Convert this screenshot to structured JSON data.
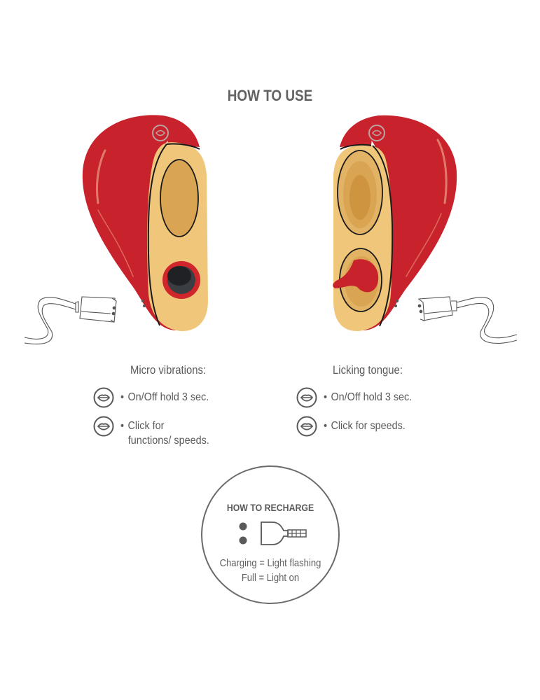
{
  "page": {
    "title": "HOW TO USE"
  },
  "colors": {
    "device_red": "#c8232c",
    "device_highlight": "#e27a6c",
    "face_cream": "#f0c77a",
    "pad_tan": "#d9a552",
    "pad_inner": "#cf9440",
    "dark_port": "#2b2d31",
    "text_gray": "#5a5a5a",
    "icon_gray": "#6a6a6a"
  },
  "left_panel": {
    "heading": "Micro vibrations:",
    "items": [
      {
        "icon": "lips-button-icon",
        "text": "On/Off hold 3 sec."
      },
      {
        "icon": "lips-button-icon",
        "text_line1": "Click for",
        "text_line2": "functions/ speeds."
      }
    ]
  },
  "right_panel": {
    "heading": "Licking tongue:",
    "items": [
      {
        "icon": "lips-button-icon",
        "text": "On/Off hold 3 sec."
      },
      {
        "icon": "lips-button-icon",
        "text": "Click for speeds."
      }
    ]
  },
  "bullet": "•",
  "recharge": {
    "title": "HOW TO RECHARGE",
    "icon": "magnetic-charger-icon",
    "line1": "Charging = Light flashing",
    "line2": "Full = Light on"
  }
}
